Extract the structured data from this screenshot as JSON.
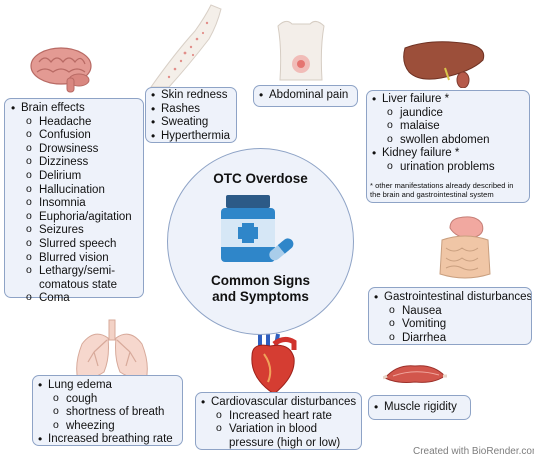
{
  "center": {
    "title": "OTC Overdose",
    "subtitle_line1": "Common Signs",
    "subtitle_line2": "and Symptoms"
  },
  "brain": {
    "heading": "Brain effects",
    "items": [
      "Headache",
      "Confusion",
      "Drowsiness",
      "Dizziness",
      "Delirium",
      "Hallucination",
      "Insomnia",
      "Euphoria/agitation",
      "Seizures",
      "Slurred speech",
      "Blurred vision",
      "Lethargy/semi-",
      "comatous state",
      "Coma"
    ]
  },
  "skin": {
    "items": [
      "Skin redness",
      "Rashes",
      "Sweating",
      "Hyperthermia"
    ]
  },
  "abdomen": {
    "items": [
      "Abdominal pain"
    ]
  },
  "liver": {
    "liver_heading": "Liver failure *",
    "liver_items": [
      "jaundice",
      "malaise",
      "swollen abdomen"
    ],
    "kidney_heading": "Kidney failure *",
    "kidney_items": [
      "urination problems"
    ],
    "note_line1": "* other manifestations already described in",
    "note_line2": "the brain and gastrointestinal system"
  },
  "gi": {
    "heading": "Gastrointestinal disturbances",
    "items": [
      "Nausea",
      "Vomiting",
      "Diarrhea"
    ]
  },
  "lung": {
    "edema_heading": "Lung edema",
    "edema_items": [
      "cough",
      "shortness of breath",
      "wheezing"
    ],
    "rate_heading": "Increased breathing rate"
  },
  "cardio": {
    "heading": "Cardiovascular disturbances",
    "items": [
      "Increased heart rate",
      "Variation in blood",
      "pressure (high or low)"
    ]
  },
  "muscle": {
    "items": [
      "Muscle rigidity"
    ]
  },
  "credit": "Created with BioRender.com",
  "colors": {
    "box_fill": "#eef2fa",
    "box_border": "#8ea3c6",
    "bottle_blue": "#2f86c9",
    "bottle_dark": "#254f7a",
    "pill_light": "#a9cdea",
    "organ_pink": "#e58f85",
    "liver_brown": "#9c4f3a"
  },
  "icons": [
    "brain-icon",
    "arm-skin-icon",
    "torso-icon",
    "liver-kidney-icon",
    "stomach-intestine-icon",
    "lungs-icon",
    "heart-icon",
    "muscle-icon",
    "medicine-bottle-icon",
    "capsule-icon"
  ]
}
